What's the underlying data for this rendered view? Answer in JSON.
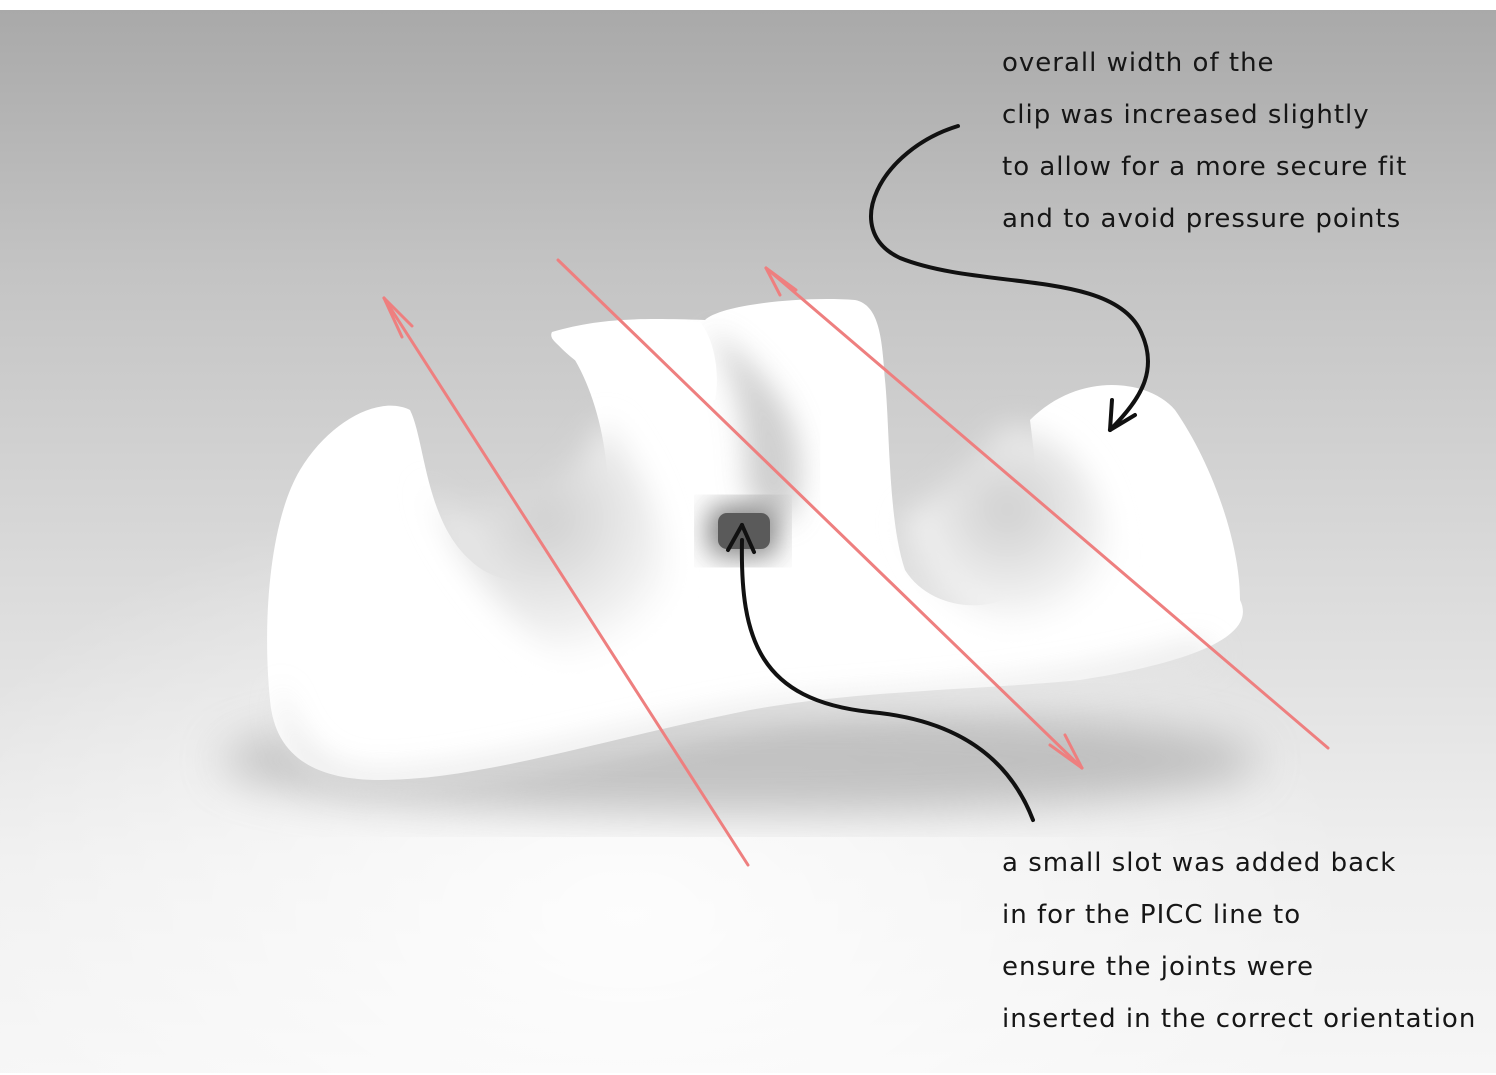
{
  "annotations": {
    "width_note": {
      "lines": [
        "overall width of the",
        "clip was increased slightly",
        "to allow for a more secure fit",
        "and to avoid pressure points"
      ]
    },
    "slot_note": {
      "lines": [
        "a small slot was added back",
        "in for the PICC line to",
        "ensure the joints were",
        "inserted in the correct orientation"
      ]
    }
  },
  "colors": {
    "background_top": "#a9a9a9",
    "background_bottom": "#f6f6f6",
    "clip_body": "#ffffff",
    "guide_arrow": "#ee7f7f",
    "callout_arrow": "#111111",
    "text": "#161616"
  }
}
